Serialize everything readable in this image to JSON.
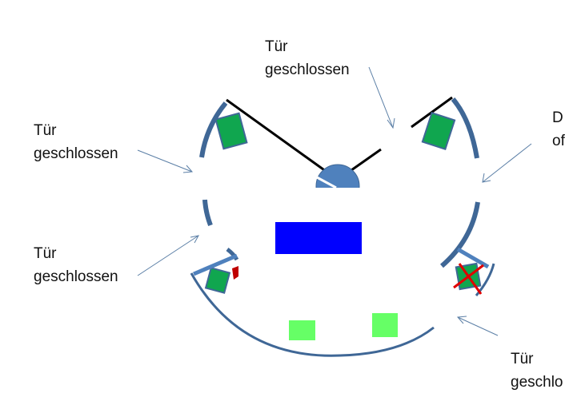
{
  "labels": {
    "top": {
      "line1": "Tür",
      "line2": "geschlossen"
    },
    "left_upper": {
      "line1": "Tür",
      "line2": "geschlossen"
    },
    "left_lower": {
      "line1": "Tür",
      "line2": "geschlossen"
    },
    "right_upper": {
      "line1": "D",
      "line2": "of"
    },
    "right_lower": {
      "line1": "Tür",
      "line2": "geschlo"
    }
  },
  "colors": {
    "wall": "#3f6796",
    "door_blue": "#4f81bd",
    "device_green": "#10a64f",
    "marker_green": "#66ff66",
    "center_block": "#0000ff",
    "cross": "#e00000",
    "arrow": "#5b7fa6"
  }
}
